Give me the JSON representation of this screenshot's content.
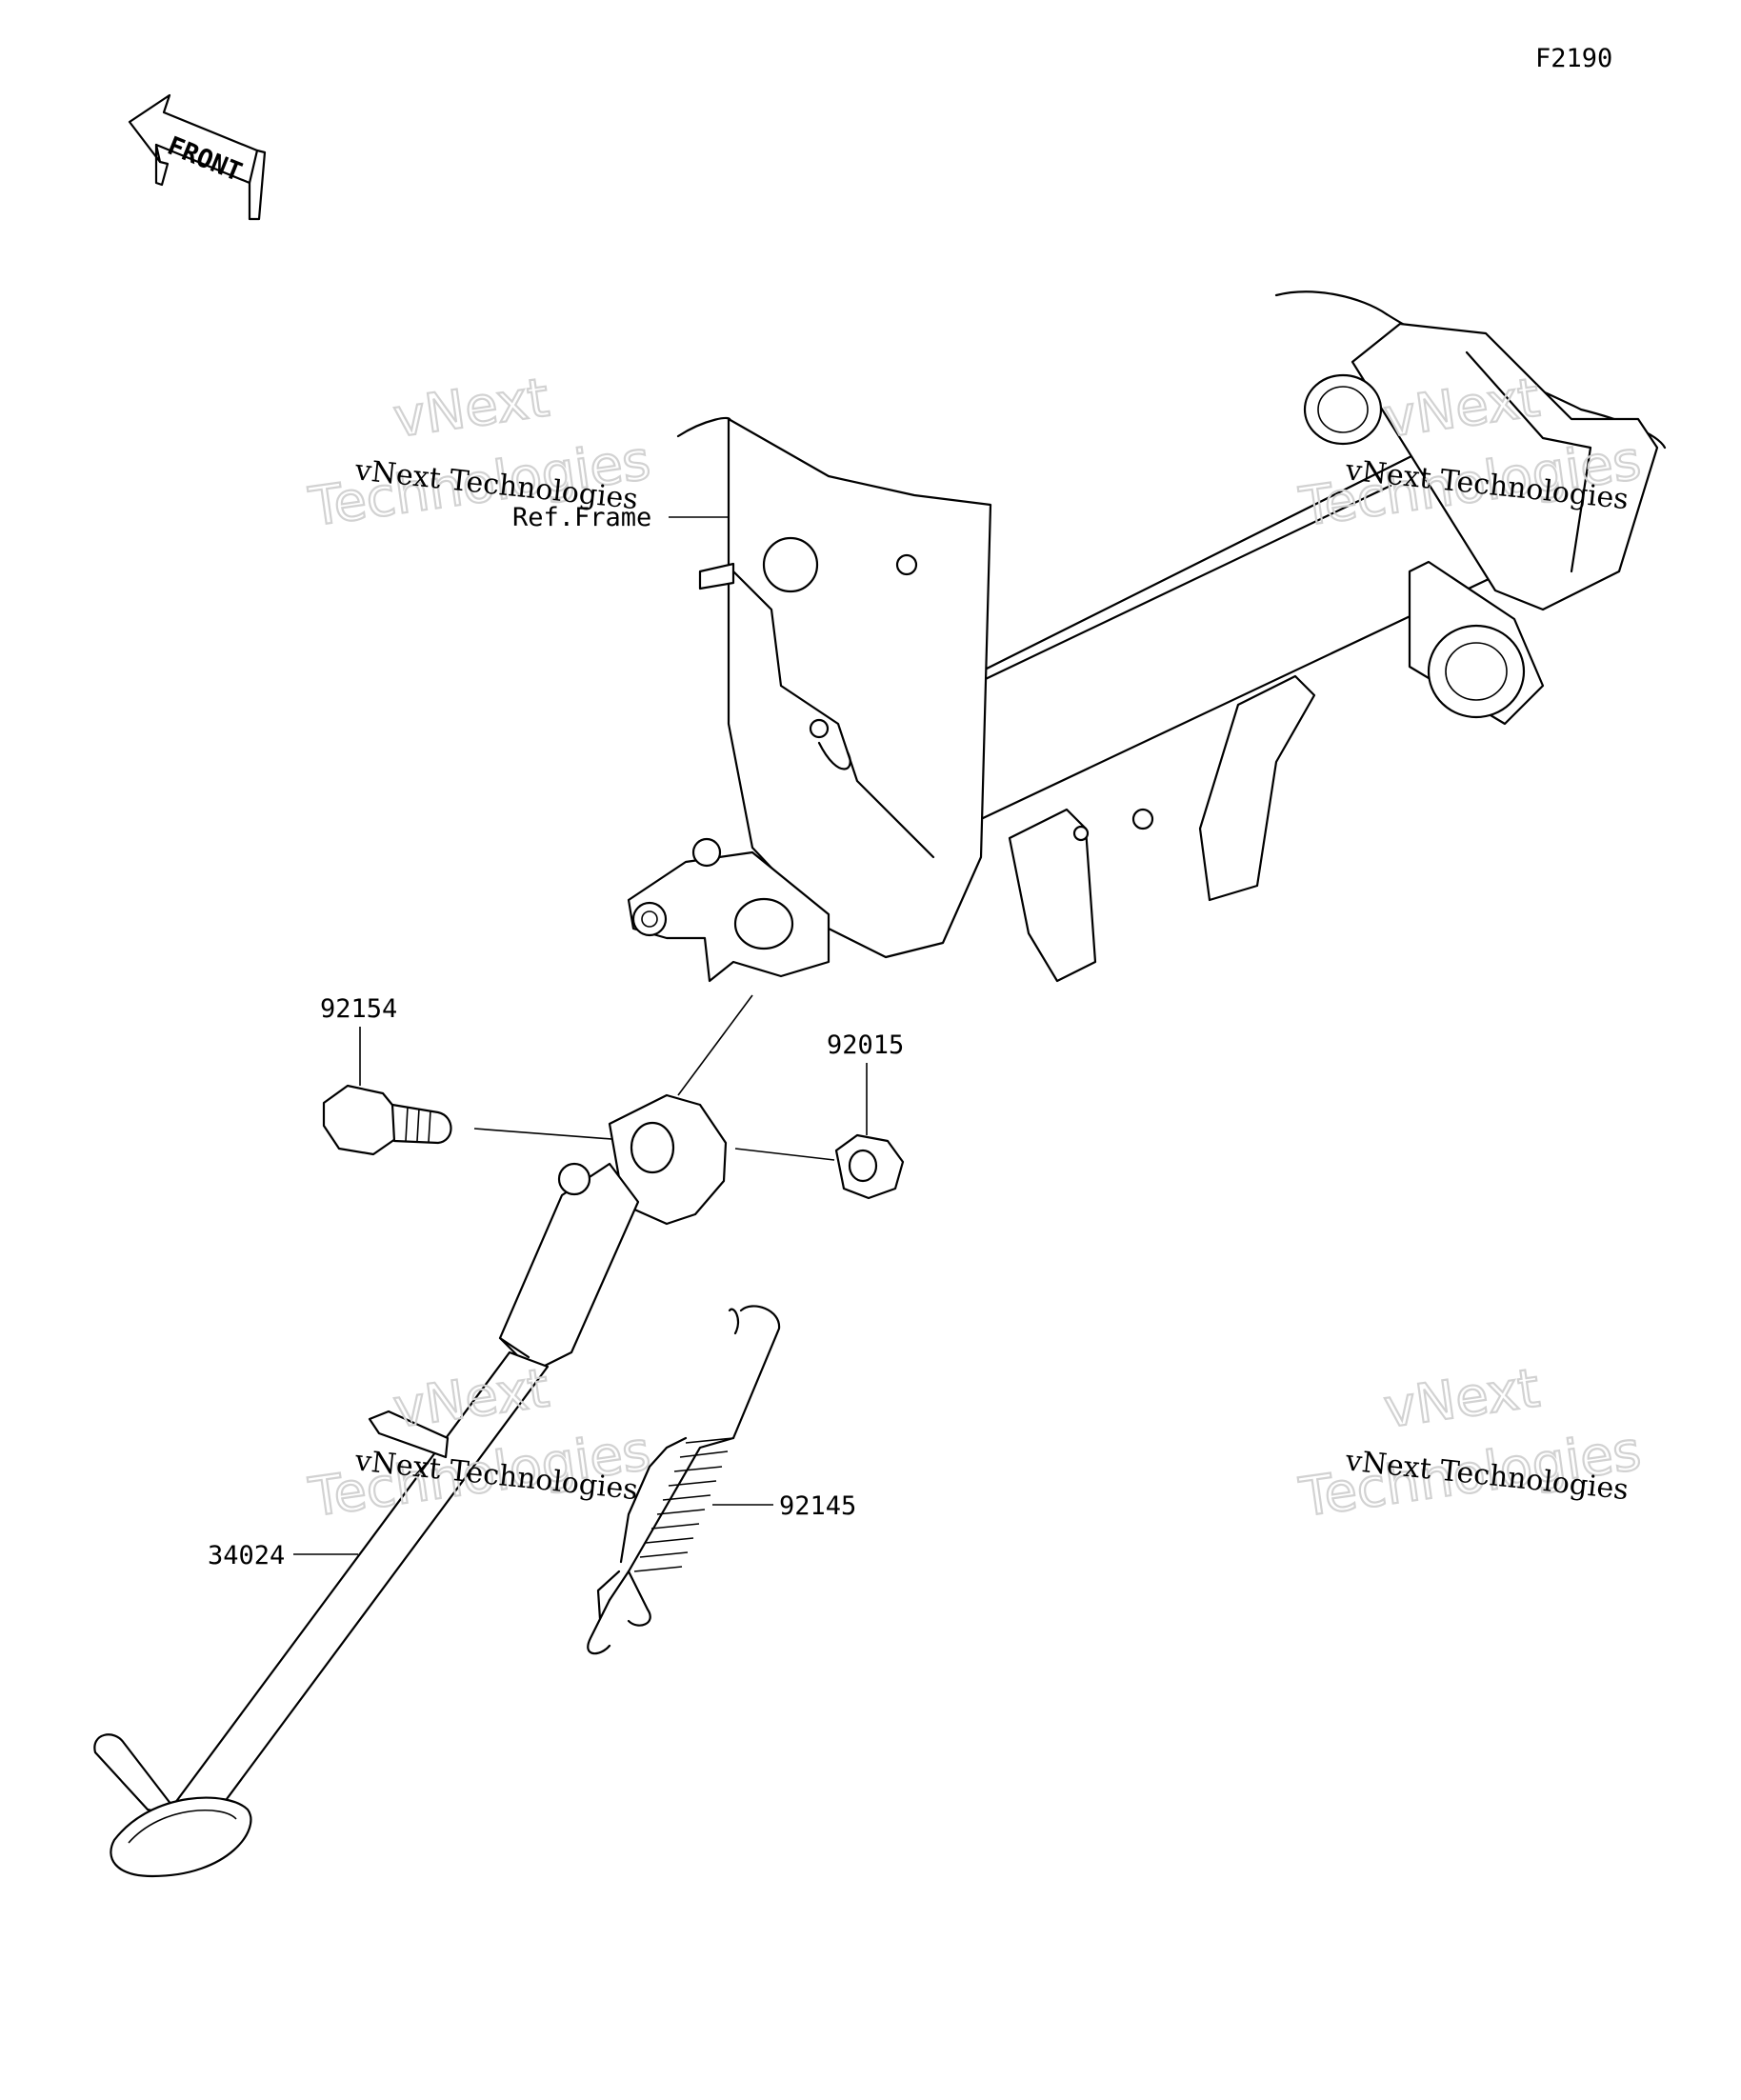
{
  "diagram_id": "F2190",
  "front_indicator": "FRONT",
  "labels": {
    "ref_frame": "Ref.Frame",
    "part_92154": "92154",
    "part_92015": "92015",
    "part_92145": "92145",
    "part_34024": "34024"
  },
  "watermark": {
    "line1": "vNext",
    "line2": "Technologies",
    "caption": "vNext Technologies"
  },
  "colors": {
    "line": "#000000",
    "watermark": "#d2d2d2",
    "background": "#ffffff"
  }
}
